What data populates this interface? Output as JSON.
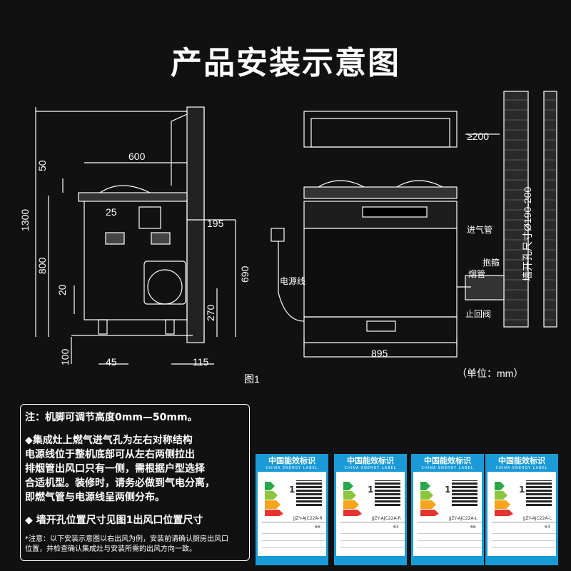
{
  "title": "产品安装示意图",
  "figure_label": "图1",
  "unit_label": "（单位：mm）",
  "dimensions": {
    "d600": "600",
    "d50": "50",
    "d1300": "1300",
    "d25": "25",
    "d195": "195",
    "d800": "800",
    "d690": "690",
    "d20": "20",
    "d270": "270",
    "d100": "100",
    "d45": "45",
    "d115": "115",
    "d895": "895",
    "d200": "≥200",
    "d_hole": "墙开孔尺寸Ø190-200"
  },
  "callouts": {
    "power_cord": "电源线",
    "gas_inlet": "进气管",
    "hoop": "抱箍",
    "flue": "烟管",
    "check_valve": "止回阀"
  },
  "notes": {
    "line1": "注：机脚可调节高度0mm—50mm。",
    "line2": "◆集成灶上燃气进气孔为左右对称结构",
    "line3": "电源线位于整机底部可从左右两侧拉出",
    "line4": "排烟管出风口只有一侧，需根据户型选择",
    "line5": "合适机型。装修时，请务必做到气电分离，",
    "line6": "即燃气管与电源线呈两侧分布。",
    "line7": "◆ 墙开孔位置尺寸见图1出风口位置尺寸",
    "line8": "*注意：以下安装示意图以右出风为例，安装前请确认厨房出风口",
    "line9": "位置，并检查确认集成灶与安装所需的出风方向一致。"
  },
  "energy_labels": [
    {
      "head": "中国能效标识",
      "sub": "CHINA ENERGY LABEL",
      "grade": "1",
      "model": "JJZY-AJC22A-R",
      "rate": "66"
    },
    {
      "head": "中国能效标识",
      "sub": "CHINA ENERGY LABEL",
      "grade": "1",
      "model": "JJZY-AJC22A-R",
      "rate": "63"
    },
    {
      "head": "中国能效标识",
      "sub": "CHINA ENERGY LABEL",
      "grade": "1",
      "model": "JJZY-AJC22A-L",
      "rate": "66"
    },
    {
      "head": "中国能效标识",
      "sub": "CHINA ENERGY LABEL",
      "grade": "1",
      "model": "JJZY-AJC22A-L",
      "rate": "63"
    }
  ],
  "colors": {
    "background": "#111111",
    "label_blue": "#1a9ad6"
  }
}
